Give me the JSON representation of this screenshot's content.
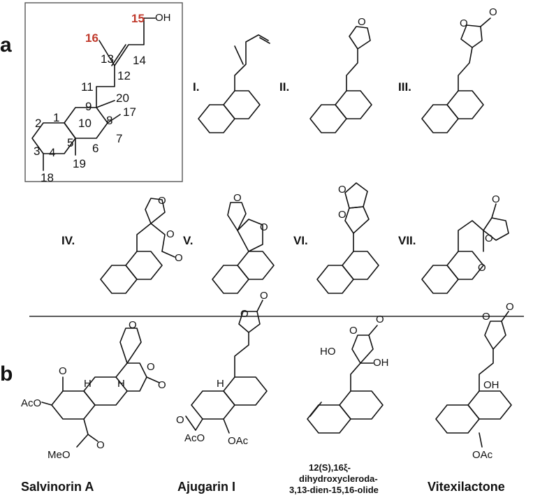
{
  "panels": {
    "a": "a",
    "b": "b"
  },
  "scaffold": {
    "numbers": [
      "1",
      "2",
      "3",
      "4",
      "5",
      "6",
      "7",
      "8",
      "9",
      "10",
      "11",
      "12",
      "13",
      "14",
      "15",
      "16",
      "17",
      "18",
      "19",
      "20"
    ],
    "oh": "OH"
  },
  "variants": [
    "I.",
    "II.",
    "III.",
    "IV.",
    "V.",
    "VI.",
    "VII."
  ],
  "atoms": {
    "o": "O",
    "ho": "HO",
    "oh": "OH",
    "aco": "AcO",
    "oac": "OAc",
    "meo": "MeO",
    "h": "H"
  },
  "compounds": {
    "salvinorin": "Salvinorin A",
    "ajugarin": "Ajugarin I",
    "clerodadien": [
      "12(S),16ξ-",
      "dihydroxycleroda-",
      "3,13-dien-15,16-olide"
    ],
    "vitexilactone": "Vitexilactone"
  }
}
